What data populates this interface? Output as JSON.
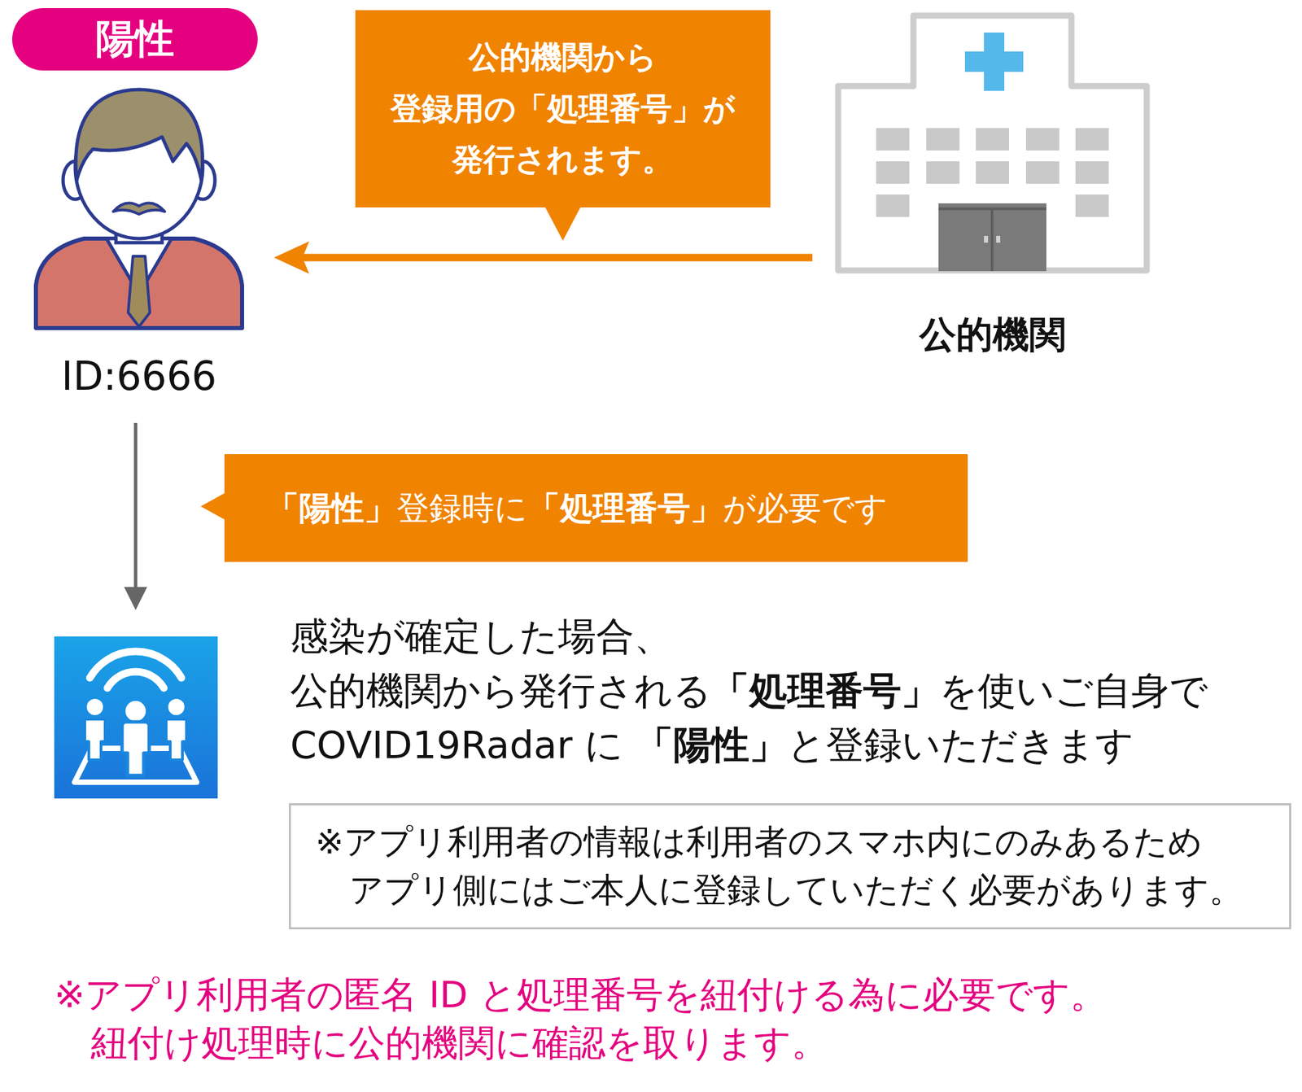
{
  "diagram": {
    "nodes": [
      {
        "text": [
          "陽性"
        ]
      },
      {
        "text": [
          "公的機関から 登録用の「処理番号」が 発行されます。"
        ]
      },
      {
        "text": [
          "公的機関"
        ]
      },
      {
        "text": [
          "ID:6666"
        ]
      },
      {
        "text": [
          "「陽性」登録時に「処理番号」が必要です"
        ]
      },
      {
        "text": [
          "感染が確定した場合、 公的機関から発行される「処理番号」を使いご自身で COVID19Radar に 「陽性」と登録いただきます"
        ]
      },
      {
        "text": [
          "※アプリ利用者の情報は利用者のスマホ内にのみあるため アプリ側にはご本人に登録していただく必要があります。"
        ]
      }
    ],
    "edges": [
      {
        "from": 2,
        "to": 3,
        "arrow": "to"
      },
      {
        "from": 3,
        "to": 5,
        "arrow": "to"
      }
    ],
    "labels": [
      "※アプリ利用者の匿名 ID と処理番号を紐付ける為に必要です。 紐付け処理時に公的機関に確認を取ります。"
    ]
  }
}
